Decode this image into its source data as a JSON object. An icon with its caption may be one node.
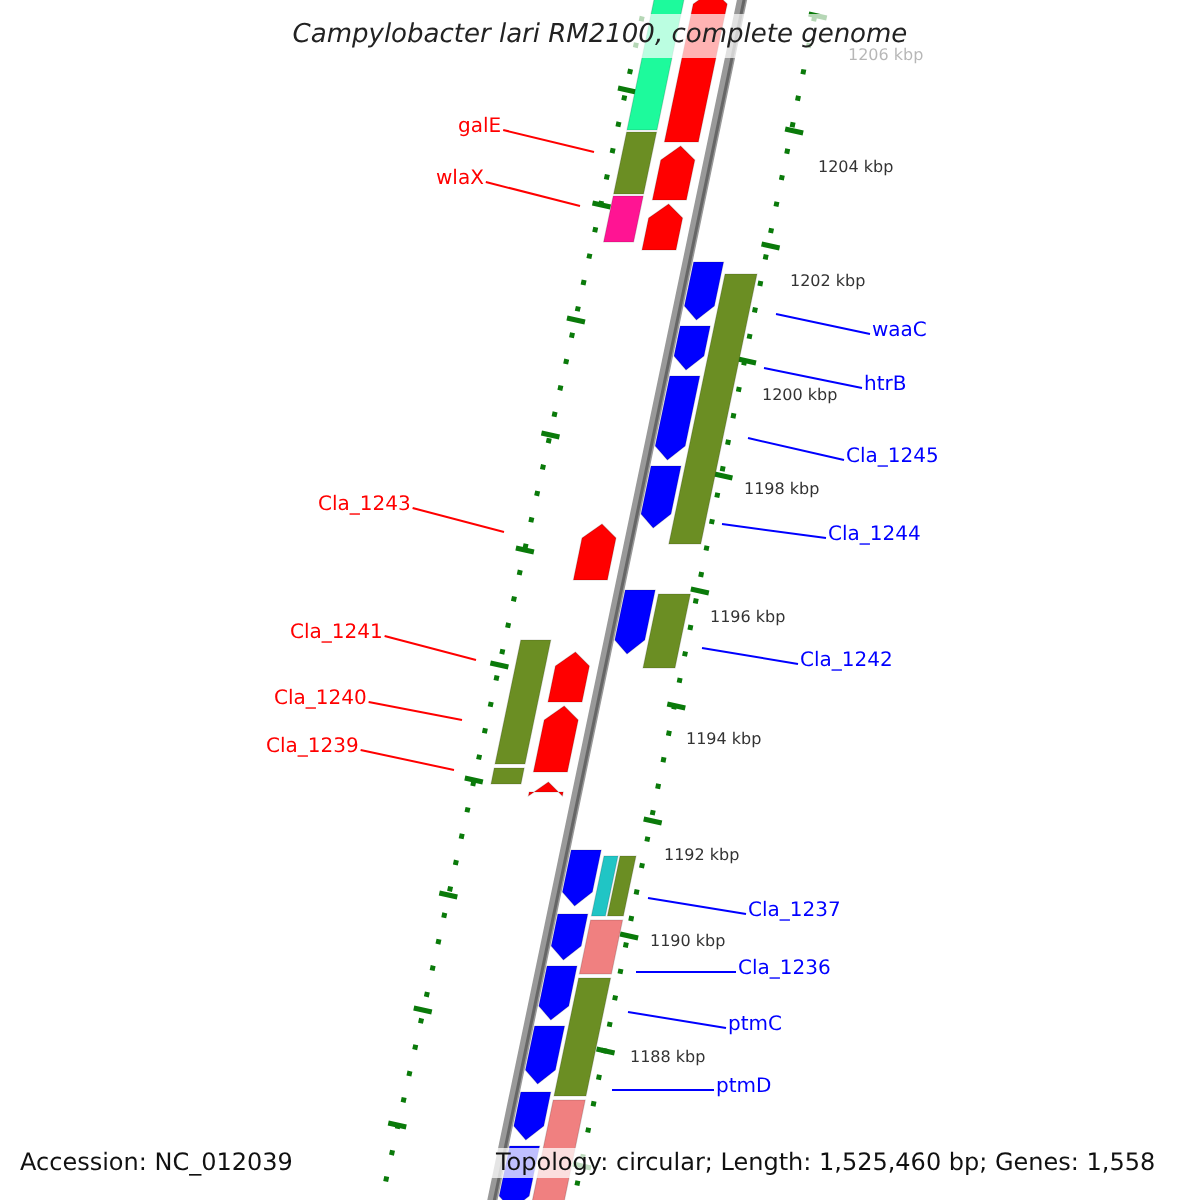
{
  "diagram": {
    "title": "Campylobacter lari RM2100, complete genome",
    "nodes": [
      {
        "text": [
          "galE"
        ]
      },
      {
        "text": [
          "wlaX"
        ]
      },
      {
        "text": [
          "waaC"
        ]
      },
      {
        "text": [
          "htrB"
        ]
      },
      {
        "text": [
          "Cla_1245"
        ]
      },
      {
        "text": [
          "Cla_1243"
        ]
      },
      {
        "text": [
          "Cla_1244"
        ]
      },
      {
        "text": [
          "Cla_1241"
        ]
      },
      {
        "text": [
          "Cla_1242"
        ]
      },
      {
        "text": [
          "Cla_1240"
        ]
      },
      {
        "text": [
          "Cla_1239"
        ]
      },
      {
        "text": [
          "Cla_1237"
        ]
      },
      {
        "text": [
          "Cla_1236"
        ]
      },
      {
        "text": [
          "ptmC"
        ]
      },
      {
        "text": [
          "ptmD"
        ]
      }
    ],
    "edges": [
      {
        "from": 0,
        "to": null,
        "arrow": "none",
        "color": "#ff0000"
      },
      {
        "from": 1,
        "to": null,
        "arrow": "none",
        "color": "#ff0000"
      },
      {
        "from": 2,
        "to": null,
        "arrow": "none"
      },
      {
        "from": 3,
        "to": null,
        "arrow": "none"
      },
      {
        "from": 4,
        "to": null,
        "arrow": "none"
      },
      {
        "from": 5,
        "to": null,
        "arrow": "none",
        "color": "#ff0000"
      },
      {
        "from": 6,
        "to": null,
        "arrow": "none"
      },
      {
        "from": 7,
        "to": null,
        "arrow": "none",
        "color": "#ff0000"
      },
      {
        "from": 8,
        "to": null,
        "arrow": "none"
      },
      {
        "from": 9,
        "to": null,
        "arrow": "none",
        "color": "#ff0000"
      },
      {
        "from": 10,
        "to": null,
        "arrow": "none",
        "color": "#ff0000"
      },
      {
        "from": 11,
        "to": null,
        "arrow": "none"
      },
      {
        "from": 12,
        "to": null,
        "arrow": "none"
      },
      {
        "from": 13,
        "to": null,
        "arrow": "none"
      },
      {
        "from": 14,
        "to": null,
        "arrow": "none"
      }
    ],
    "labels": [
      "1206 kbp",
      "1204 kbp",
      "1202 kbp",
      "1200 kbp",
      "1198 kbp",
      "1196 kbp",
      "1194 kbp",
      "1192 kbp",
      "1190 kbp",
      "1188 kbp",
      "Accession: NC_012039",
      "Topology: circular; Length: 1,525,460 bp; Genes: 1,558"
    ]
  }
}
